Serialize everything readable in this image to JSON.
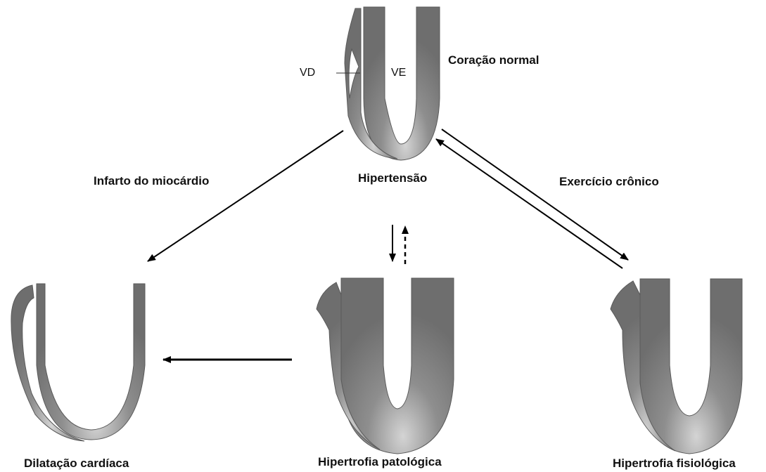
{
  "labels": {
    "normal_heart": "Coração normal",
    "rv": "VD",
    "lv": "VE",
    "hypertension": "Hipertensão",
    "myocardial_infarction": "Infarto do miocárdio",
    "chronic_exercise": "Exercício crônico",
    "cardiac_dilatation": "Dilatação cardíaca",
    "pathological_hypertrophy": "Hipertrofia patológica",
    "physiological_hypertrophy": "Hipertrofia fisiológica"
  },
  "colors": {
    "wall": "#7b7b7b",
    "wall_light": "#c8c8c8",
    "arrow": "#000000"
  }
}
